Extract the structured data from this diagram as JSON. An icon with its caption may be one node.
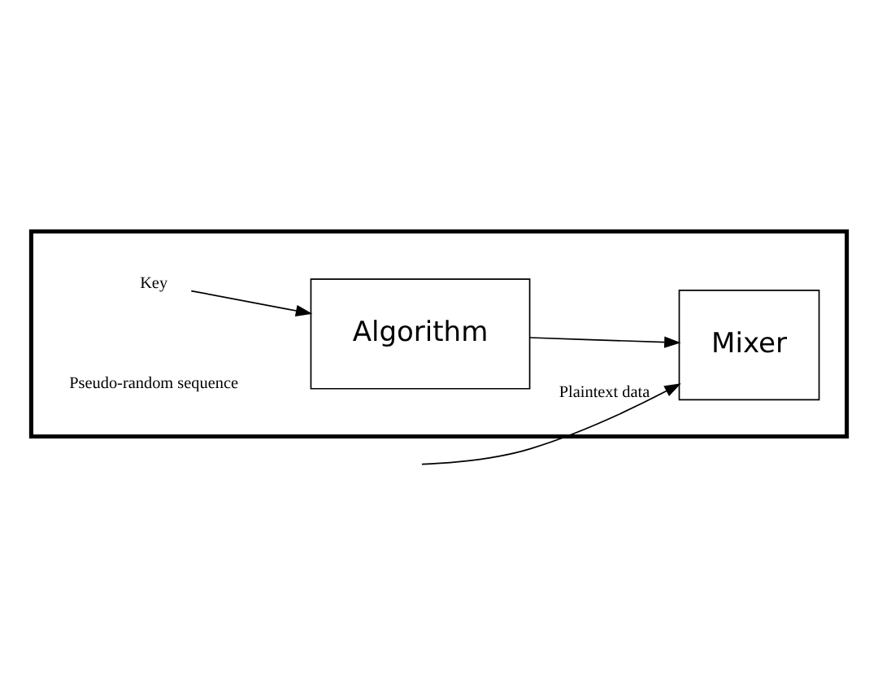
{
  "diagram": {
    "nodes": [
      {
        "text": [],
        "shape": "box"
      },
      {
        "text": [
          "Key"
        ],
        "in": 0
      },
      {
        "text": [
          "Algorithm"
        ],
        "in": 0
      },
      {
        "text": [
          "Mixer"
        ],
        "in": 0
      }
    ],
    "edges": [
      {
        "from": 1,
        "to": 2,
        "arrow": "to"
      },
      {
        "from": 2,
        "to": 3,
        "arrow": "to"
      },
      {
        "from": null,
        "to": 3,
        "arrow": "to",
        "label": "Plaintext data"
      }
    ],
    "labels": [
      "Pseudo-random sequence"
    ]
  }
}
